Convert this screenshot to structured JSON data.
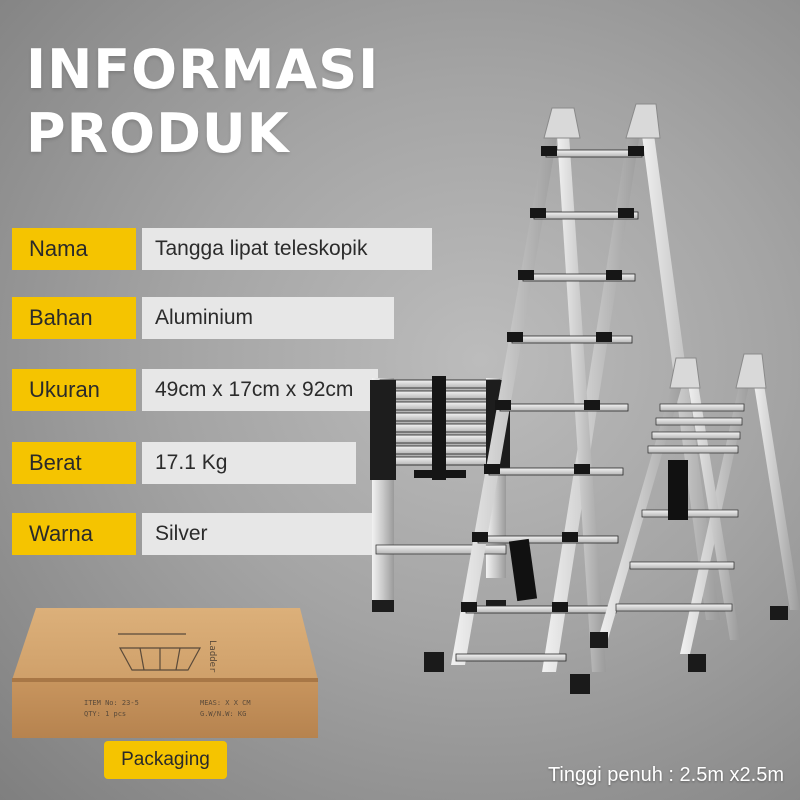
{
  "title": {
    "line1": "INFORMASI",
    "line2": "PRODUK"
  },
  "specs": [
    {
      "label": "Nama",
      "value": "Tangga lipat teleskopik"
    },
    {
      "label": "Bahan",
      "value": "Aluminium"
    },
    {
      "label": "Ukuran",
      "value": "49cm x 17cm x 92cm"
    },
    {
      "label": "Berat",
      "value": "17.1 Kg"
    },
    {
      "label": "Warna",
      "value": "Silver"
    }
  ],
  "box": {
    "printed_lines": [
      "MEAS: X X CM",
      "ITEM No: 23-5",
      "G.W/N.W: KG",
      "QTY: 1 pcs"
    ]
  },
  "packaging_label": "Packaging",
  "height_caption": "Tinggi penuh : 2.5m x2.5m",
  "colors": {
    "accent": "#f5c400",
    "value_bg": "#e7e7e7",
    "title": "#ffffff",
    "background": "#a4a4a4"
  },
  "icons": [
    "telescopic-ladder-icon",
    "a-frame-ladder-icon",
    "cardboard-box-icon"
  ]
}
